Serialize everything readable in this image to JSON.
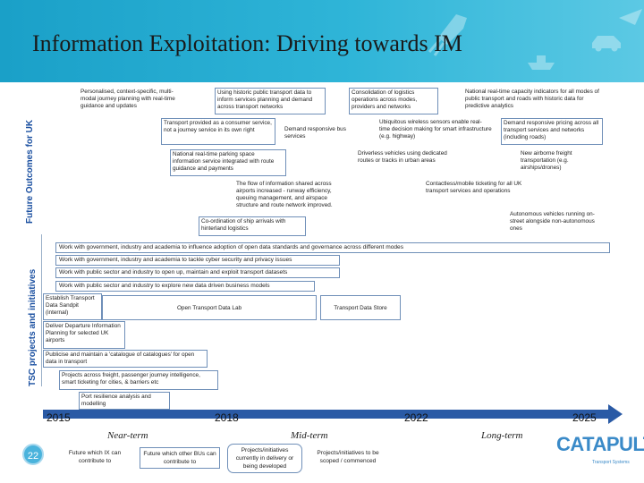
{
  "page": {
    "title": "Information Exploitation: Driving towards IM",
    "page_number": "22"
  },
  "side_labels": {
    "future": "Future Outcomes for UK",
    "tsc": "TSC projects and initiatives"
  },
  "outcomes": [
    "Personalised, context-specific, multi-modal journey planning with real-time guidance and updates",
    "Using historic public transport data to inform services planning and demand across transport networks",
    "Consolidation of logistics operations across modes, providers and networks",
    "National real-time capacity indicators for all modes of public transport and roads with historic data for predictive analytics",
    "Transport provided as a consumer service, not a journey service in its own right",
    "Demand responsive bus services",
    "Ubiquitous wireless sensors enable real-time decision making for smart infrastructure (e.g. highway)",
    "Demand responsive pricing across all transport services and networks (including roads)",
    "National real-time parking space information service integrated with route guidance and payments",
    "Driverless vehicles using dedicated routes or tracks in urban areas",
    "New airborne freight transportation (e.g. airships/drones)",
    "The flow of information shared across airports increased - runway efficiency, queuing management, and airspace structure and route network improved.",
    "Contactless/mobile ticketing for all UK transport services and operations",
    "Autonomous vehicles running on-street alongside non-autonomous ones",
    "Co-ordination of ship arrivals with hinterland logistics"
  ],
  "initiatives": [
    "Work with government, industry and academia to influence adoption of open data standards and governance across different modes",
    "Work with government, industry and academia to tackle cyber security and privacy issues",
    "Work with public sector and industry to open up, maintain and exploit transport datasets",
    "Work with public sector and industry to explore new data driven business models"
  ],
  "projects": [
    "Establish Transport Data Sandpit (internal)",
    "Open Transport Data Lab",
    "Transport Data Store",
    "Deliver Departure Information Planning for selected UK airports",
    "Publicise and maintain a 'catalogue of catalogues' for open data in transport",
    "Projects across freight, passenger journey intelligence, smart ticketing for cities, & barriers etc",
    "Port resilience analysis and modelling"
  ],
  "timeline": {
    "years": [
      "2015",
      "2018",
      "2022",
      "2025"
    ],
    "phases": [
      "Near-term",
      "Mid-term",
      "Long-term"
    ]
  },
  "legend": [
    "Future which IX can contribute to",
    "Future which other BUs can contribute to",
    "Projects/initiatives currently in delivery or being developed",
    "Projects/initiatives to be scoped / commenced"
  ],
  "logo": {
    "name": "CATAPULT",
    "sub": "Transport Systems"
  },
  "colors": {
    "header": "#2fb5d8",
    "timeline": "#2a5aa5",
    "page_badge": "#4ab3dc",
    "logo": "#3a8ac8"
  }
}
